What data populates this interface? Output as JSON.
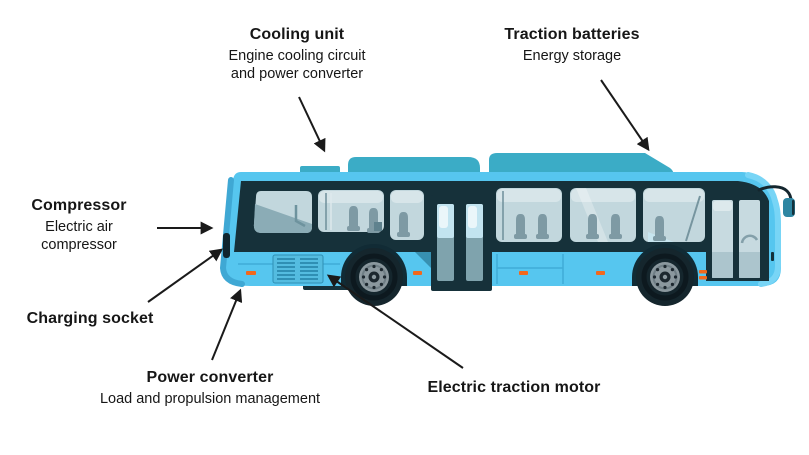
{
  "figure": {
    "kind": "labeled diagram",
    "subject": "electric bus side view with component callouts",
    "background": "#ffffff"
  },
  "labels": {
    "cooling_unit": {
      "title": "Cooling unit",
      "line1": "Engine cooling circuit",
      "line2": "and power converter"
    },
    "traction_batteries": {
      "title": "Traction batteries",
      "line1": "Energy storage",
      "line2": ""
    },
    "compressor": {
      "title": "Compressor",
      "line1": "Electric air",
      "line2": "compressor"
    },
    "charging_socket": {
      "title": "Charging socket",
      "line1": "",
      "line2": ""
    },
    "power_converter": {
      "title": "Power converter",
      "line1": "Load and propulsion management",
      "line2": ""
    },
    "traction_motor": {
      "title": "Electric traction motor",
      "line1": "",
      "line2": ""
    }
  },
  "colors": {
    "body": "#56C6EF",
    "bodyShadeRear": "#3FA8D4",
    "bodyFrontHighlight": "#78D5F6",
    "windowBand": "#16313A",
    "frameDark": "#0F2730",
    "glass": "#C2D7DD",
    "glassLight": "#D7E5E9",
    "glassReflection": "#8BACB6",
    "seat": "#7E9AA4",
    "roofPack": "#3BACC6",
    "roofVentDark": "#0F252D",
    "doorGlassTop": "#C2E4F0",
    "doorGlassBottom": "#7FA3AD",
    "frontDoorGlass": "#C7DAE0",
    "frontDoorGlassLow": "#A9C2CB",
    "tire": "#15262D",
    "tireArch": "#112B35",
    "rim": "#8B989E",
    "hub": "#1C272E",
    "orange": "#F2681C",
    "mirror": "#2E86A2",
    "grillePanel": "#54BCE0",
    "grilleSlat": "#2F8FB4",
    "seam": "#3BA6D2",
    "arrow": "#1A1A1A",
    "text": "#161616",
    "underbody": "#16323C",
    "stepShadow": "#2D7E9C"
  }
}
